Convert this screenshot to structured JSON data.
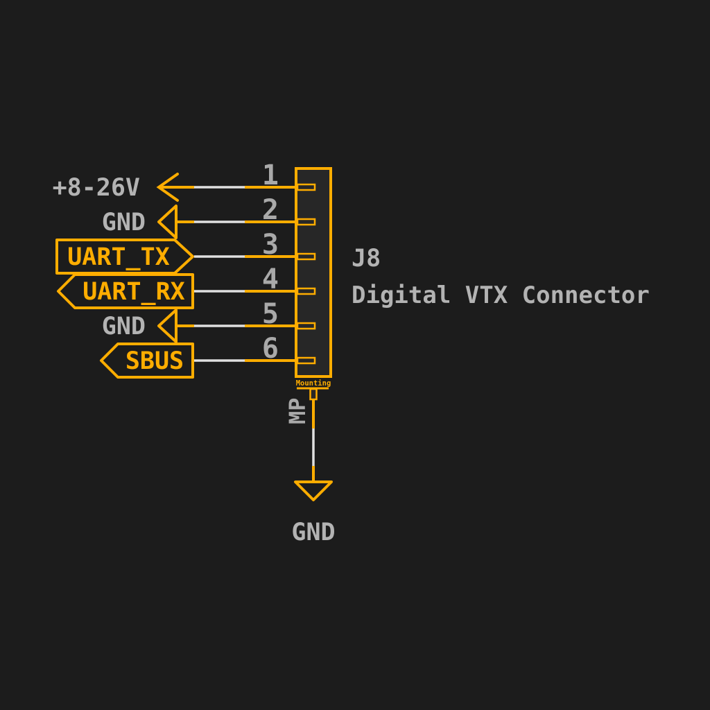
{
  "schematic": {
    "connector": {
      "designator": "J8",
      "description": "Digital VTX Connector",
      "pins": [
        {
          "number": "1",
          "label": "+8-26V",
          "symbol": "arrow-left"
        },
        {
          "number": "2",
          "label": "GND",
          "symbol": "ground-triangle"
        },
        {
          "number": "3",
          "label": "UART_TX",
          "symbol": "flag-point-right"
        },
        {
          "number": "4",
          "label": "UART_RX",
          "symbol": "flag-point-left"
        },
        {
          "number": "5",
          "label": "GND",
          "symbol": "ground-triangle"
        },
        {
          "number": "6",
          "label": "SBUS",
          "symbol": "flag-point-left"
        }
      ],
      "mounting_pin": {
        "pin_label": "Mounting",
        "pin_name": "MP",
        "net": "GND"
      }
    },
    "colors": {
      "accent_orange": "#ffad00",
      "wire_white": "#e0e0e0",
      "text_gray": "#b3b3b3",
      "background": "#1c1c1c",
      "symbol_fill": "#272727"
    }
  }
}
